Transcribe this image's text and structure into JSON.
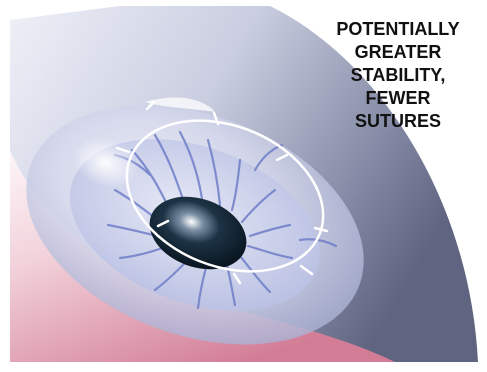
{
  "caption": {
    "lines": [
      "POTENTIALLY",
      "GREATER",
      "STABILITY,",
      "FEWER",
      "SUTURES"
    ]
  },
  "colors": {
    "background": "#ffffff",
    "sclera_light": "#f1f2f8",
    "sclera_dark": "#6d7390",
    "skin_pink": "#d9849c",
    "cornea": "#c7cbe6",
    "iris_vessels": "#6f7fc8",
    "pupil": "#0f2233",
    "suture_ring": "#ffffff"
  }
}
